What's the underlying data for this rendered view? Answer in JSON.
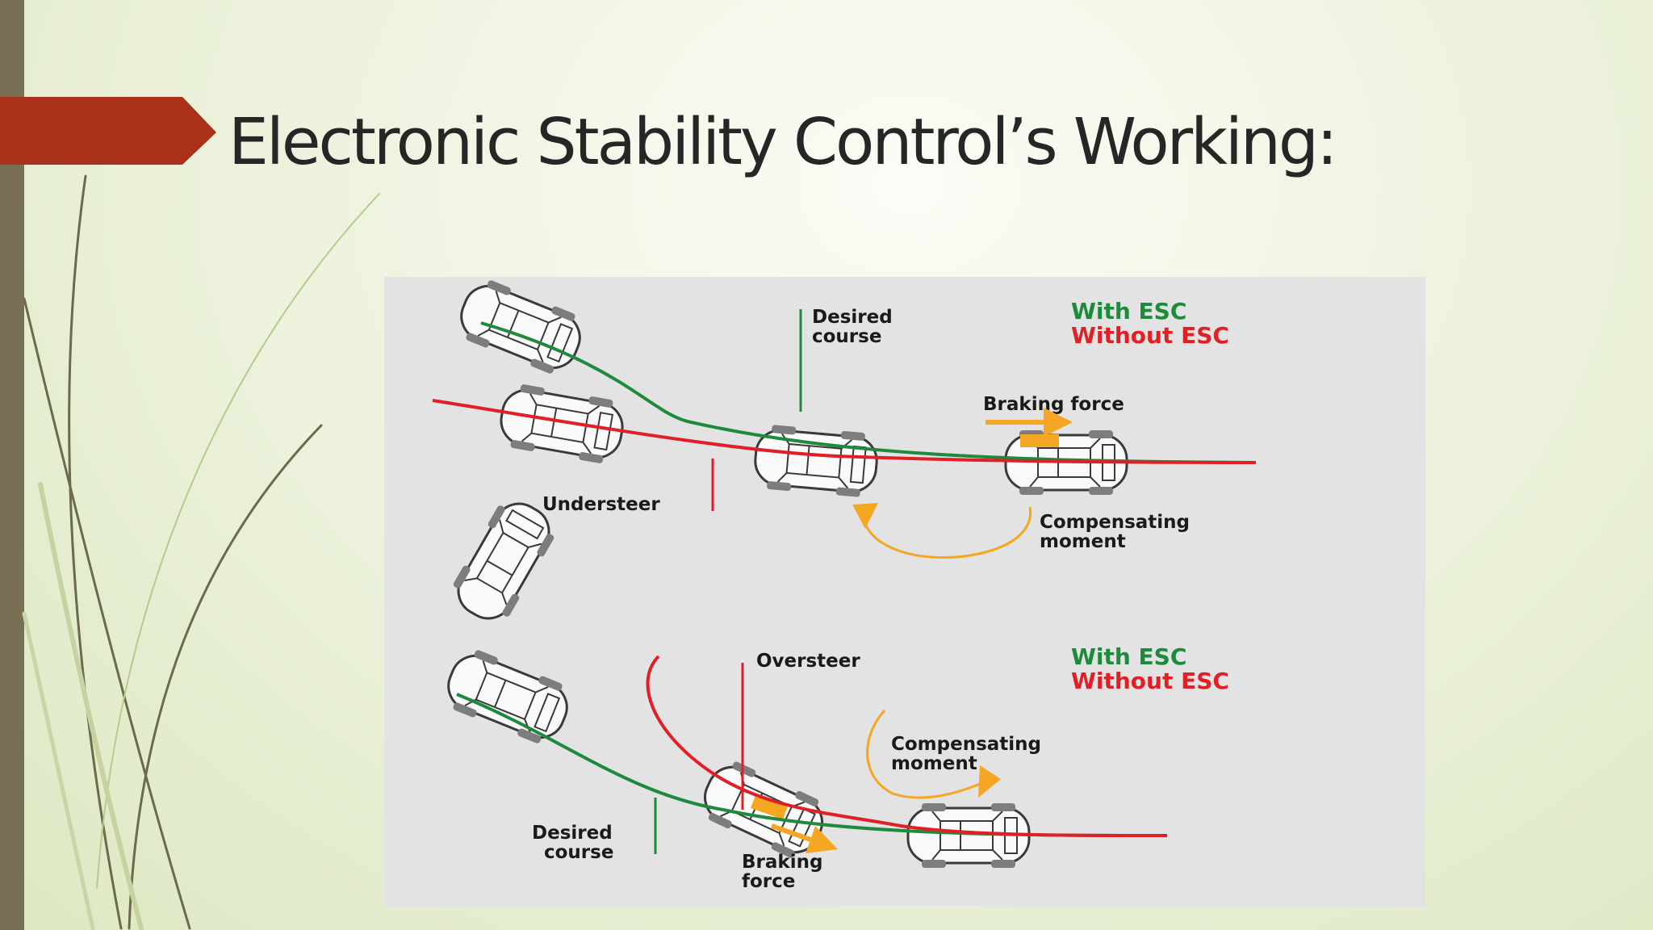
{
  "slide": {
    "title": "Electronic Stability Control’s Working:"
  },
  "colors": {
    "accent_banner": "#a9311a",
    "left_bar": "#786f55",
    "with_esc": "#1e8a3c",
    "without_esc": "#e01f26",
    "force_arrow": "#f5a623"
  },
  "diagram": {
    "understeer_panel": {
      "desired_course_label": [
        "Desired",
        "course"
      ],
      "legend_with": "With ESC",
      "legend_without": "Without ESC",
      "braking_force_label": "Braking force",
      "understeer_label": "Understeer",
      "compensating_moment_label": [
        "Compensating",
        "moment"
      ]
    },
    "oversteer_panel": {
      "oversteer_label": "Oversteer",
      "legend_with": "With ESC",
      "legend_without": "Without ESC",
      "compensating_moment_label": [
        "Compensating",
        "moment"
      ],
      "desired_course_label": [
        "Desired",
        "course"
      ],
      "braking_force_label": [
        "Braking",
        "force"
      ]
    }
  }
}
